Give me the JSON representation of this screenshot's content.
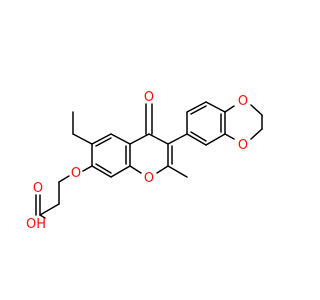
{
  "molecule": {
    "atom_labels": {
      "carbonyl_o": "O",
      "ring_o": "O",
      "ether_o": "O",
      "acid_o": "O",
      "hydroxyl": "OH",
      "dioxole_o_top": "O",
      "dioxole_o_bottom": "O"
    }
  },
  "colors": {
    "bond": "#000000",
    "oxygen": "#ff0d0d",
    "background": "#ffffff"
  }
}
